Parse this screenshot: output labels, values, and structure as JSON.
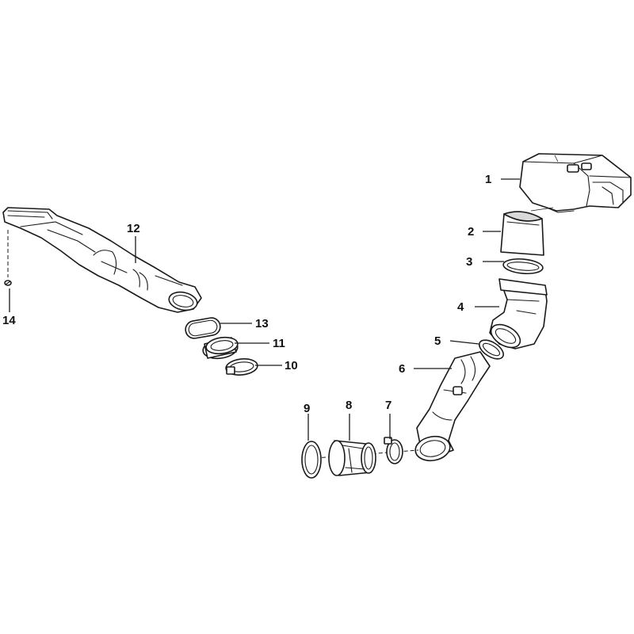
{
  "diagram": {
    "callouts": [
      {
        "id": "part-1",
        "label": "1"
      },
      {
        "id": "part-2",
        "label": "2"
      },
      {
        "id": "part-3",
        "label": "3"
      },
      {
        "id": "part-4",
        "label": "4"
      },
      {
        "id": "part-5",
        "label": "5"
      },
      {
        "id": "part-6",
        "label": "6"
      },
      {
        "id": "part-7",
        "label": "7"
      },
      {
        "id": "part-8",
        "label": "8"
      },
      {
        "id": "part-9",
        "label": "9"
      },
      {
        "id": "part-10",
        "label": "10"
      },
      {
        "id": "part-11",
        "label": "11"
      },
      {
        "id": "part-12",
        "label": "12"
      },
      {
        "id": "part-13",
        "label": "13"
      },
      {
        "id": "part-14",
        "label": "14"
      }
    ]
  }
}
